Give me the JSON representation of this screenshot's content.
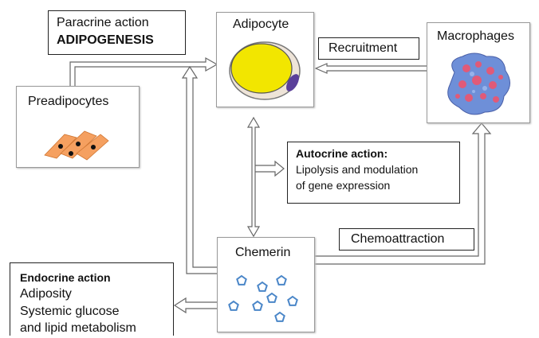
{
  "paracrine": {
    "line1": "Paracrine action",
    "line2": "ADIPOGENESIS"
  },
  "adipocyte": {
    "title": "Adipocyte"
  },
  "recruitment": {
    "label": "Recruitment"
  },
  "macrophages": {
    "title": "Macrophages"
  },
  "preadipocytes": {
    "title": "Preadipocytes"
  },
  "autocrine": {
    "title": "Autocrine action:",
    "line1": "Lipolysis and modulation",
    "line2": "of gene expression"
  },
  "chemerin": {
    "title": "Chemerin"
  },
  "chemoattraction": {
    "label": "Chemoattraction"
  },
  "endocrine": {
    "title": "Endocrine action",
    "line1": "Adiposity",
    "line2": "Systemic glucose",
    "line3": "and lipid metabolism"
  },
  "colors": {
    "arrow_stroke": "#666666",
    "box_border": "#222222",
    "pentagon": "#4a86c8",
    "fat_droplet": "#f2e600",
    "nucleus": "#5a3f9a",
    "cell_body": "#fbe3cc",
    "macrophage": "#6e8fd8"
  }
}
